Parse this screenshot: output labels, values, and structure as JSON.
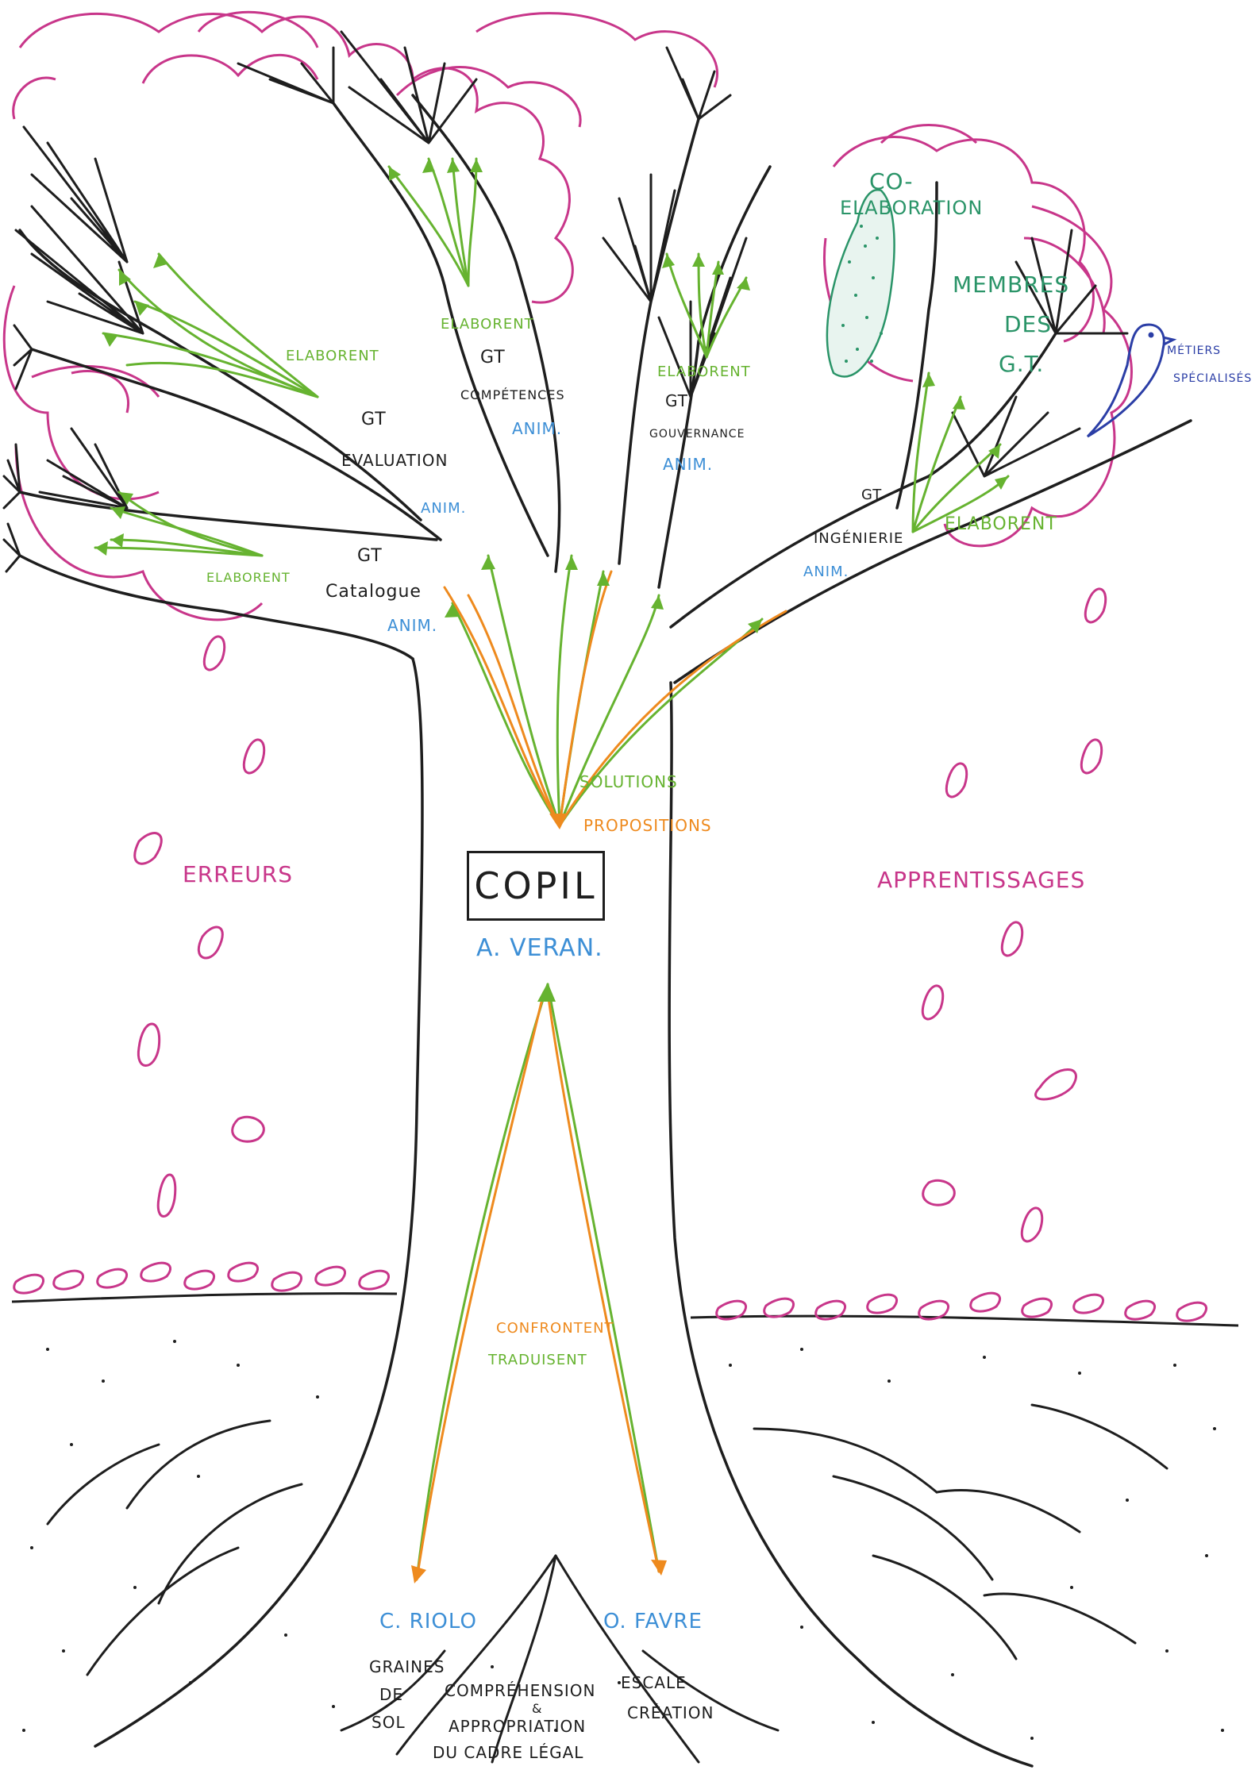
{
  "colors": {
    "trunk": "#1e1e1e",
    "crown": "#c8368a",
    "arrows_green": "#66b330",
    "arrows_orange": "#ee8a1e",
    "animators": "#3d8fd6",
    "bird": "#2b3ea6",
    "members": "#2a9468"
  },
  "center": {
    "title": "COPIL",
    "lead": "A. VERAN.",
    "up_1": "SOLUTIONS",
    "up_2": "PROPOSITIONS",
    "down_1": "CONFRONTENT",
    "down_2": "TRADUISENT"
  },
  "groups": {
    "evaluation": {
      "gt": "GT",
      "name": "EVALUATION",
      "anim": "ANIM.",
      "verb": "ELABORENT"
    },
    "competences": {
      "gt": "GT",
      "name": "COMPÉTENCES",
      "anim": "ANIM.",
      "verb": "ELABORENT"
    },
    "gouvernance": {
      "gt": "GT",
      "name": "GOUVERNANCE",
      "anim": "ANIM.",
      "verb": "ELABORENT"
    },
    "ingenierie": {
      "gt": "GT",
      "name": "INGÉNIERIE",
      "anim": "ANIM.",
      "verb": "ELABORENT"
    },
    "catalogue": {
      "gt": "GT",
      "name": "Catalogue",
      "anim": "ANIM.",
      "verb": "ELABORENT"
    }
  },
  "crown": {
    "co_1": "CO-",
    "co_2": "ELABORATION",
    "members_1": "MEMBRES",
    "members_2": "DES",
    "members_3": "G.T.",
    "bird_1": "MÉTIERS",
    "bird_2": "SPÉCIALISÉS"
  },
  "sides": {
    "left": "ERREURS",
    "right": "APPRENTISSAGES"
  },
  "roots": {
    "left_name": "C. RIOLO",
    "left_org_1": "GRAINES",
    "left_org_2": "DE",
    "left_org_3": "SOL",
    "right_name": "O. FAVRE",
    "right_org_1": "ESCALE",
    "right_org_2": "CRÉATION",
    "base_1": "COMPRÉHENSION",
    "base_2": "&",
    "base_3": "APPROPRIATION",
    "base_4": "DU CADRE LÉGAL"
  }
}
